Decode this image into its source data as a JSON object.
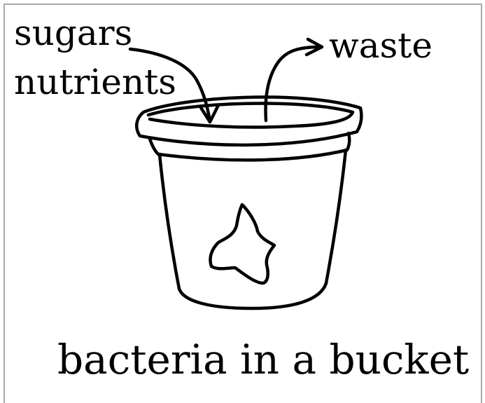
{
  "labels": {
    "sugars": "sugars",
    "nutrients": "nutrients",
    "waste": "waste",
    "caption": "bacteria in a bucket"
  },
  "colors": {
    "ink": "#000000",
    "frame": "#a8a8a8",
    "background": "#ffffff"
  }
}
